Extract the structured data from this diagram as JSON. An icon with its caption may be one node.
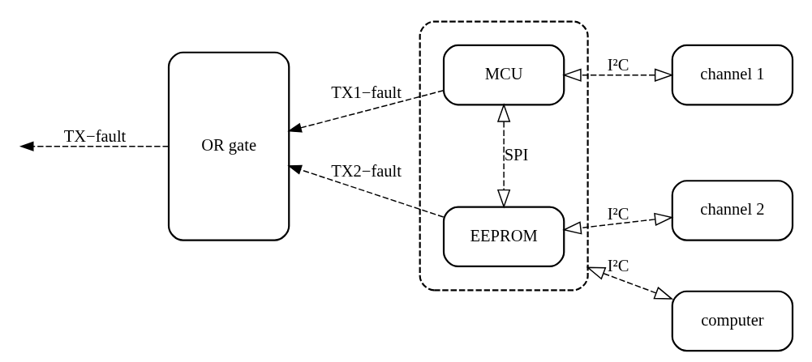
{
  "diagram": {
    "nodes": [
      {
        "text": [
          "OR gate"
        ]
      },
      {
        "text": [],
        "shape": "box"
      },
      {
        "text": [
          "MCU"
        ],
        "in": 1
      },
      {
        "text": [
          "EEPROM"
        ],
        "in": 1
      },
      {
        "text": [
          "channel 1"
        ]
      },
      {
        "text": [
          "channel 2"
        ]
      },
      {
        "text": [
          "computer"
        ]
      }
    ],
    "edges": [
      {
        "from": 2,
        "to": 0,
        "arrow": "to",
        "label": "TX1−fault",
        "style": "dashed"
      },
      {
        "from": 3,
        "to": 0,
        "arrow": "to",
        "label": "TX2−fault",
        "style": "dashed"
      },
      {
        "from": 0,
        "to": null,
        "arrow": "to",
        "label": "TX−fault",
        "style": "dashed"
      },
      {
        "from": 2,
        "to": 3,
        "arrow": "both",
        "label": "SPI",
        "style": "dashed"
      },
      {
        "from": 4,
        "to": 2,
        "arrow": "both",
        "label": "I²C",
        "style": "dashed"
      },
      {
        "from": 5,
        "to": 3,
        "arrow": "both",
        "label": "I²C",
        "style": "dashed"
      },
      {
        "from": 6,
        "to": 1,
        "arrow": "both",
        "label": "I²C",
        "style": "dashed"
      }
    ]
  }
}
